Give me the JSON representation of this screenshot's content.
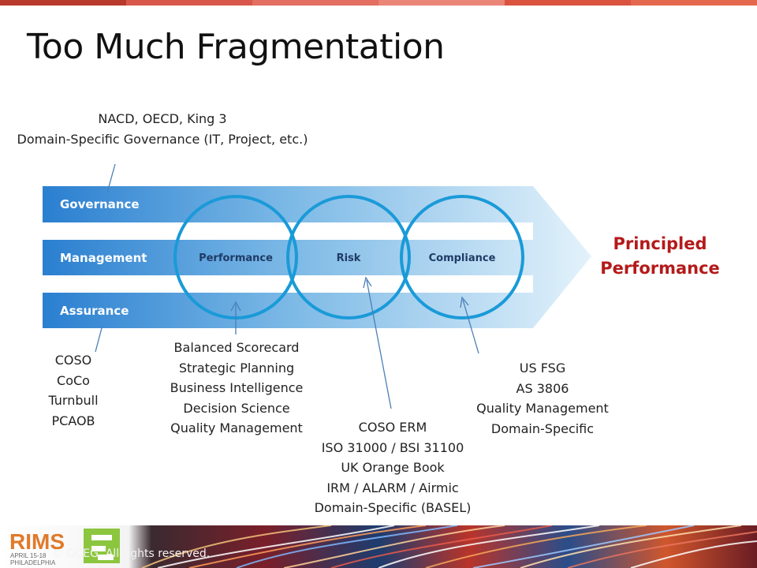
{
  "slide": {
    "title": "Too Much Fragmentation",
    "governance_note": [
      "NACD, OECD, King 3",
      "Domain-Specific Governance (IT, Project, etc.)"
    ],
    "bands": [
      "Governance",
      "Management",
      "Assurance"
    ],
    "circles": [
      "Performance",
      "Risk",
      "Compliance"
    ],
    "result": [
      "Principled",
      "Performance"
    ],
    "assurance_note": [
      "COSO",
      "CoCo",
      "Turnbull",
      "PCAOB"
    ],
    "performance_note": [
      "Balanced Scorecard",
      "Strategic Planning",
      "Business Intelligence",
      "Decision Science",
      "Quality Management"
    ],
    "risk_note": [
      "COSO ERM",
      "ISO 31000 / BSI 31100",
      "UK Orange Book",
      "IRM / ALARM / Airmic",
      "Domain-Specific (BASEL)"
    ],
    "compliance_note": [
      "US FSG",
      "AS 3806",
      "Quality Management",
      "Domain-Specific"
    ],
    "footer": {
      "copyright": "© OCEG. All rights reserved.",
      "logo_text": "RIMS",
      "logo_subtext_1": "APRIL 15-18",
      "logo_subtext_2": "PHILADELPHIA"
    }
  },
  "colors": {
    "band_start": "#2a7fd0",
    "band_end": "#d6ecf9",
    "circle_stroke": "#1a9ad8",
    "result_text": "#b41a1a",
    "topbar": [
      "#c0392b",
      "#d9534f",
      "#e06b5a",
      "#e8826f",
      "#d4513d",
      "#e2654c"
    ]
  }
}
